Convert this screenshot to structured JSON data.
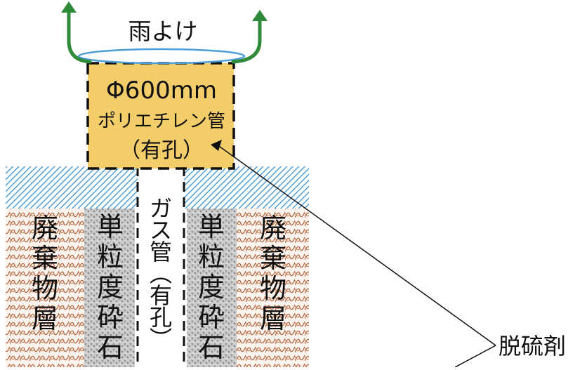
{
  "rain_cover": {
    "label": "雨よけ"
  },
  "pipe": {
    "diameter": "Φ600mm",
    "material": "ポリエチレン管",
    "note": "（有孔）"
  },
  "gas_pipe": {
    "label_lines": [
      "ガ",
      "ス",
      "管",
      "︵",
      "有",
      "孔",
      "︶"
    ]
  },
  "gravel_left": {
    "label_lines": [
      "単",
      "粒",
      "度",
      "砕",
      "石"
    ]
  },
  "gravel_right": {
    "label_lines": [
      "単",
      "粒",
      "度",
      "砕",
      "石"
    ]
  },
  "waste_left": {
    "label_lines": [
      "廃",
      "棄",
      "物",
      "層"
    ]
  },
  "waste_right": {
    "label_lines": [
      "廃",
      "棄",
      "物",
      "層"
    ]
  },
  "desulfurizer": {
    "label": "脱硫剤"
  },
  "colors": {
    "arrow": "#2f8a3a",
    "lid": "#4a9fd8",
    "pipe_fill": "#f2cd6a",
    "soil_hatch": "#2f8fd6",
    "waste_hatch": "#b0603a",
    "gravel": "#b9b9b9"
  }
}
